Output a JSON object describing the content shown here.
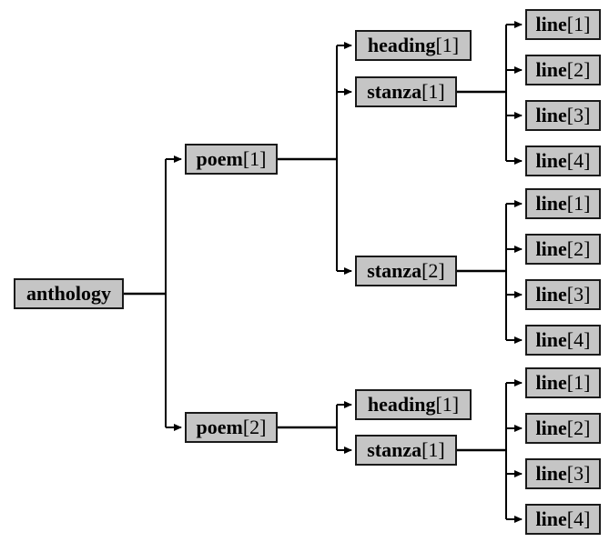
{
  "diagram": {
    "type": "tree",
    "description": "Node tree of an anthology document: anthology contains poems; poems contain heading and stanza elements; stanzas contain line elements.",
    "colors": {
      "background": "#ffffff",
      "box_fill": "#c5c5c5",
      "box_border": "#1a1a1a",
      "connector": "#000000",
      "text": "#000000"
    },
    "root": {
      "name": "anthology",
      "index": ""
    },
    "poems": [
      {
        "name": "poem",
        "index": "[1]",
        "children": [
          {
            "name": "heading",
            "index": "[1]"
          },
          {
            "name": "stanza",
            "index": "[1]",
            "lines": [
              {
                "name": "line",
                "index": "[1]"
              },
              {
                "name": "line",
                "index": "[2]"
              },
              {
                "name": "line",
                "index": "[3]"
              },
              {
                "name": "line",
                "index": "[4]"
              }
            ]
          },
          {
            "name": "stanza",
            "index": "[2]",
            "lines": [
              {
                "name": "line",
                "index": "[1]"
              },
              {
                "name": "line",
                "index": "[2]"
              },
              {
                "name": "line",
                "index": "[3]"
              },
              {
                "name": "line",
                "index": "[4]"
              }
            ]
          }
        ]
      },
      {
        "name": "poem",
        "index": "[2]",
        "children": [
          {
            "name": "heading",
            "index": "[1]"
          },
          {
            "name": "stanza",
            "index": "[1]",
            "lines": [
              {
                "name": "line",
                "index": "[1]"
              },
              {
                "name": "line",
                "index": "[2]"
              },
              {
                "name": "line",
                "index": "[3]"
              },
              {
                "name": "line",
                "index": "[4]"
              }
            ]
          }
        ]
      }
    ]
  }
}
